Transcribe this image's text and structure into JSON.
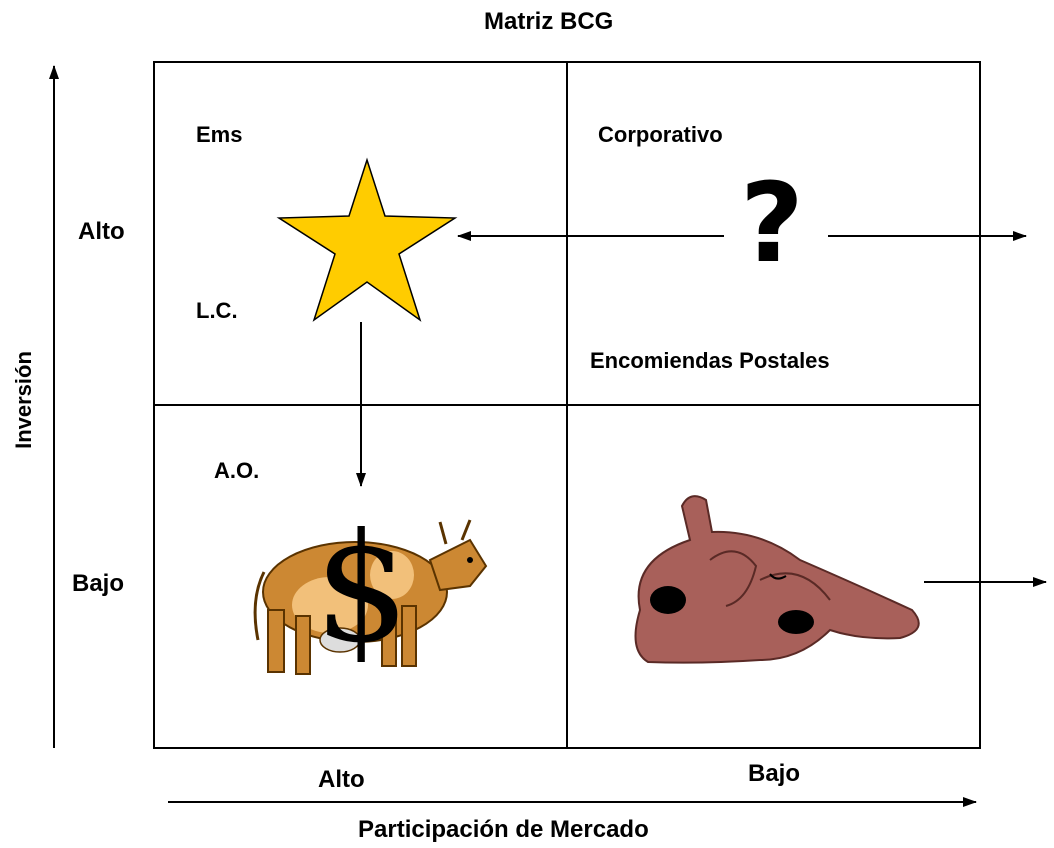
{
  "title": "Matriz BCG",
  "y_axis_label": "Inversión",
  "x_axis_label": "Participación de Mercado",
  "rows": {
    "high": "Alto",
    "low": "Bajo"
  },
  "columns": {
    "high": "Alto",
    "low": "Bajo"
  },
  "quadrants": {
    "star": {
      "icon": "star-icon",
      "color": "#FFCC00",
      "labels": [
        "Ems",
        "L.C."
      ]
    },
    "question": {
      "icon": "question-mark-icon",
      "symbol": "?",
      "labels": [
        "Corporativo",
        "Encomiendas Postales"
      ]
    },
    "cash_cow": {
      "icon": "cow-dollar-icon",
      "color": "#CC8833",
      "labels": [
        "A.O."
      ]
    },
    "dog": {
      "icon": "dog-icon",
      "color": "#A8605A"
    }
  }
}
